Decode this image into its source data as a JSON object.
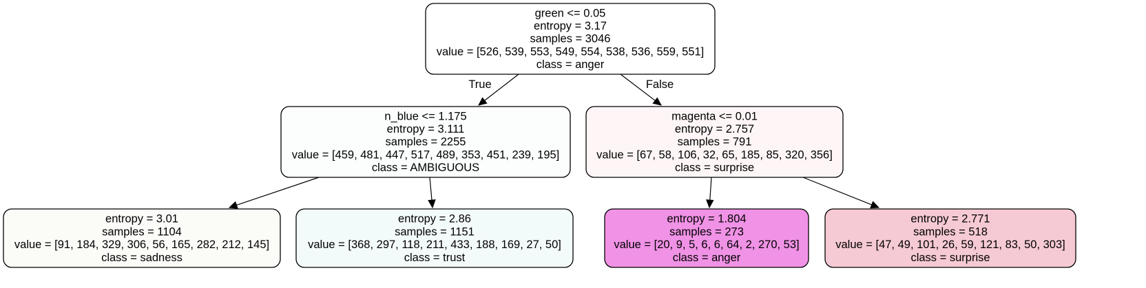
{
  "tree": {
    "nodes": [
      {
        "id": "root",
        "lines": [
          "green <= 0.05",
          "entropy = 3.17",
          "samples = 3046",
          "value = [526, 539, 553, 549, 554, 538, 536, 559, 551]",
          "class = anger"
        ],
        "fill": "#ffffff"
      },
      {
        "id": "n1",
        "lines": [
          "n_blue <= 1.175",
          "entropy = 3.111",
          "samples = 2255",
          "value = [459, 481, 447, 517, 489, 353, 451, 239, 195]",
          "class = AMBIGUOUS"
        ],
        "fill": "#fbfefd"
      },
      {
        "id": "n2",
        "lines": [
          "magenta <= 0.01",
          "entropy = 2.757",
          "samples = 791",
          "value = [67, 58, 106, 32, 65, 185, 85, 320, 356]",
          "class = surprise"
        ],
        "fill": "#fdf5f6"
      },
      {
        "id": "n3",
        "lines": [
          "entropy = 3.01",
          "samples = 1104",
          "value = [91, 184, 329, 306, 56, 165, 282, 212, 145]",
          "class = sadness"
        ],
        "fill": "#fbfcf8"
      },
      {
        "id": "n4",
        "lines": [
          "entropy = 2.86",
          "samples = 1151",
          "value = [368, 297, 118, 211, 433, 188, 169, 27, 50]",
          "class = trust"
        ],
        "fill": "#f3fbfa"
      },
      {
        "id": "n5",
        "lines": [
          "entropy = 1.804",
          "samples = 273",
          "value = [20, 9, 5, 6, 6, 64, 2, 270, 53]",
          "class = anger"
        ],
        "fill": "#f092e5"
      },
      {
        "id": "n6",
        "lines": [
          "entropy = 2.771",
          "samples = 518",
          "value = [47, 49, 101, 26, 59, 121, 83, 50, 303]",
          "class = surprise"
        ],
        "fill": "#f6cad4"
      }
    ],
    "edges": [
      {
        "from": "root",
        "to": "n1",
        "label": "True"
      },
      {
        "from": "root",
        "to": "n2",
        "label": "False"
      },
      {
        "from": "n1",
        "to": "n3",
        "label": ""
      },
      {
        "from": "n1",
        "to": "n4",
        "label": ""
      },
      {
        "from": "n2",
        "to": "n5",
        "label": ""
      },
      {
        "from": "n2",
        "to": "n6",
        "label": ""
      }
    ]
  }
}
